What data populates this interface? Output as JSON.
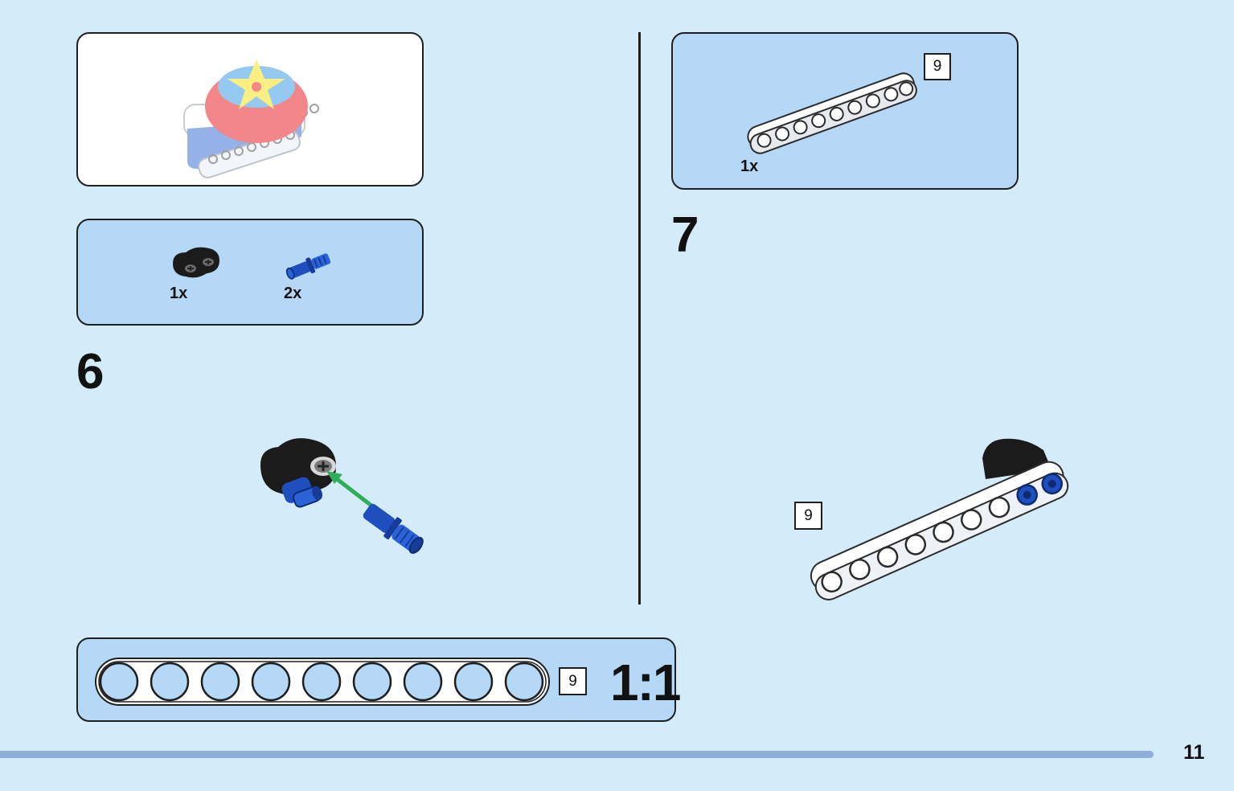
{
  "page": {
    "number": "11"
  },
  "steps": [
    {
      "number": "6",
      "parts": [
        {
          "quantity": "1x",
          "icon": "black-axle-connector-icon"
        },
        {
          "quantity": "2x",
          "icon": "blue-axle-pin-icon"
        }
      ]
    },
    {
      "number": "7",
      "parts": [
        {
          "quantity": "1x",
          "icon": "white-beam-9-icon",
          "length": "9"
        }
      ],
      "beam_callout": "9"
    }
  ],
  "scale_reference": {
    "length": "9",
    "ratio": "1:1"
  },
  "colors": {
    "background": "#d4ebfa",
    "panel": "#b4d8f5",
    "bar": "#8eadd8",
    "arrow": "#2fae5a",
    "pin_blue": "#1f4fbf"
  }
}
